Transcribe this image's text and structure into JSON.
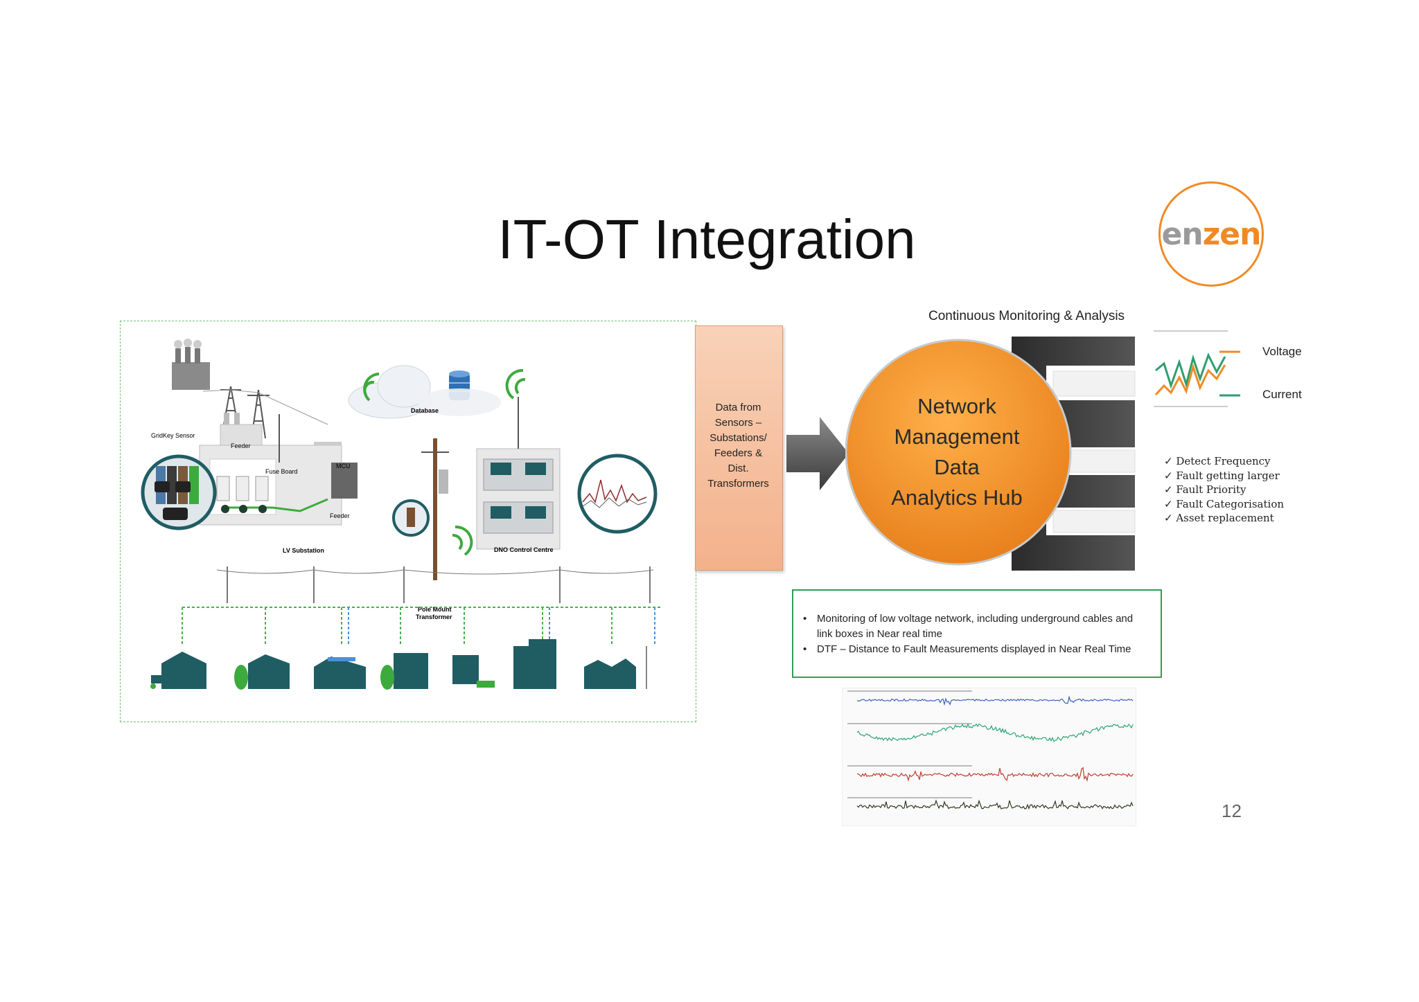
{
  "slide": {
    "title": "IT-OT Integration",
    "page_number": "12",
    "logo": {
      "part1": "en",
      "part2": "zen",
      "accent": "#f08a24",
      "gray": "#9a9a9a"
    }
  },
  "left_diagram": {
    "labels": {
      "database": "Database",
      "gridkey_sensor": "GridKey Sensor",
      "feeder_top": "Feeder",
      "fuse_board": "Fuse Board",
      "mcu": "MCU",
      "feeder_inner": "Feeder",
      "lv_substation": "LV Substation",
      "dno_control_centre": "DNO Control Centre",
      "pole_mount_line1": "Pole Mount",
      "pole_mount_line2": "Transformer"
    },
    "colors": {
      "teal": "#1f5d63",
      "green": "#3daa3d",
      "dash_green": "#49b04a",
      "dash_blue": "#4a90d9"
    }
  },
  "data_box": {
    "text": "Data from\nSensors –\nSubstations/\nFeeders &\nDist.\nTransformers"
  },
  "hub": {
    "caption": "Continuous Monitoring & Analysis",
    "title_line1": "Network",
    "title_line2": "Management",
    "title_line3": "Data",
    "title_line4": "Analytics Hub",
    "color": "#f5962a"
  },
  "legend": {
    "voltage_label": "Voltage",
    "current_label": "Current",
    "voltage_color": "#f08a24",
    "current_color": "#2e9e6e"
  },
  "checklist": [
    "Detect Frequency",
    "Fault getting larger",
    "Fault Priority",
    "Fault Categorisation",
    "Asset replacement"
  ],
  "monitoring_box": {
    "bullet1": "Monitoring of low voltage network, including underground cables and link boxes in Near real time",
    "bullet2": "DTF – Distance to Fault Measurements displayed in Near Real Time"
  },
  "waveform_panels": {
    "colors": [
      "#3c63b8",
      "#2aa572",
      "#c23a2a",
      "#2d3a1e"
    ]
  }
}
